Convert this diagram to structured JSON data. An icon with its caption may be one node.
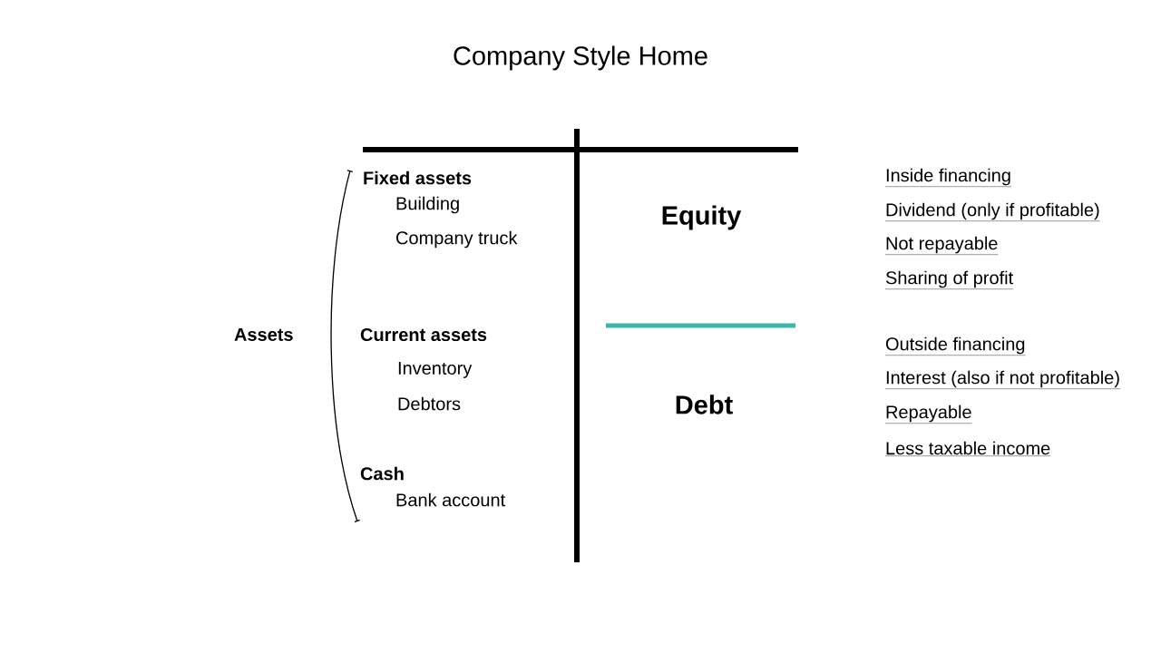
{
  "diagram": {
    "title": "Company Style Home",
    "labels": [
      "Assets",
      "Fixed assets",
      "Building",
      "Company truck",
      "Current assets",
      "Inventory",
      "Debtors",
      "Cash",
      "Bank account",
      "Equity",
      "Debt",
      "Inside financing",
      "Dividend (only if profitable)",
      "Not repayable",
      "Sharing of profit",
      "Outside financing",
      "Interest (also if not profitable)",
      "Repayable",
      "Less taxable income"
    ]
  }
}
